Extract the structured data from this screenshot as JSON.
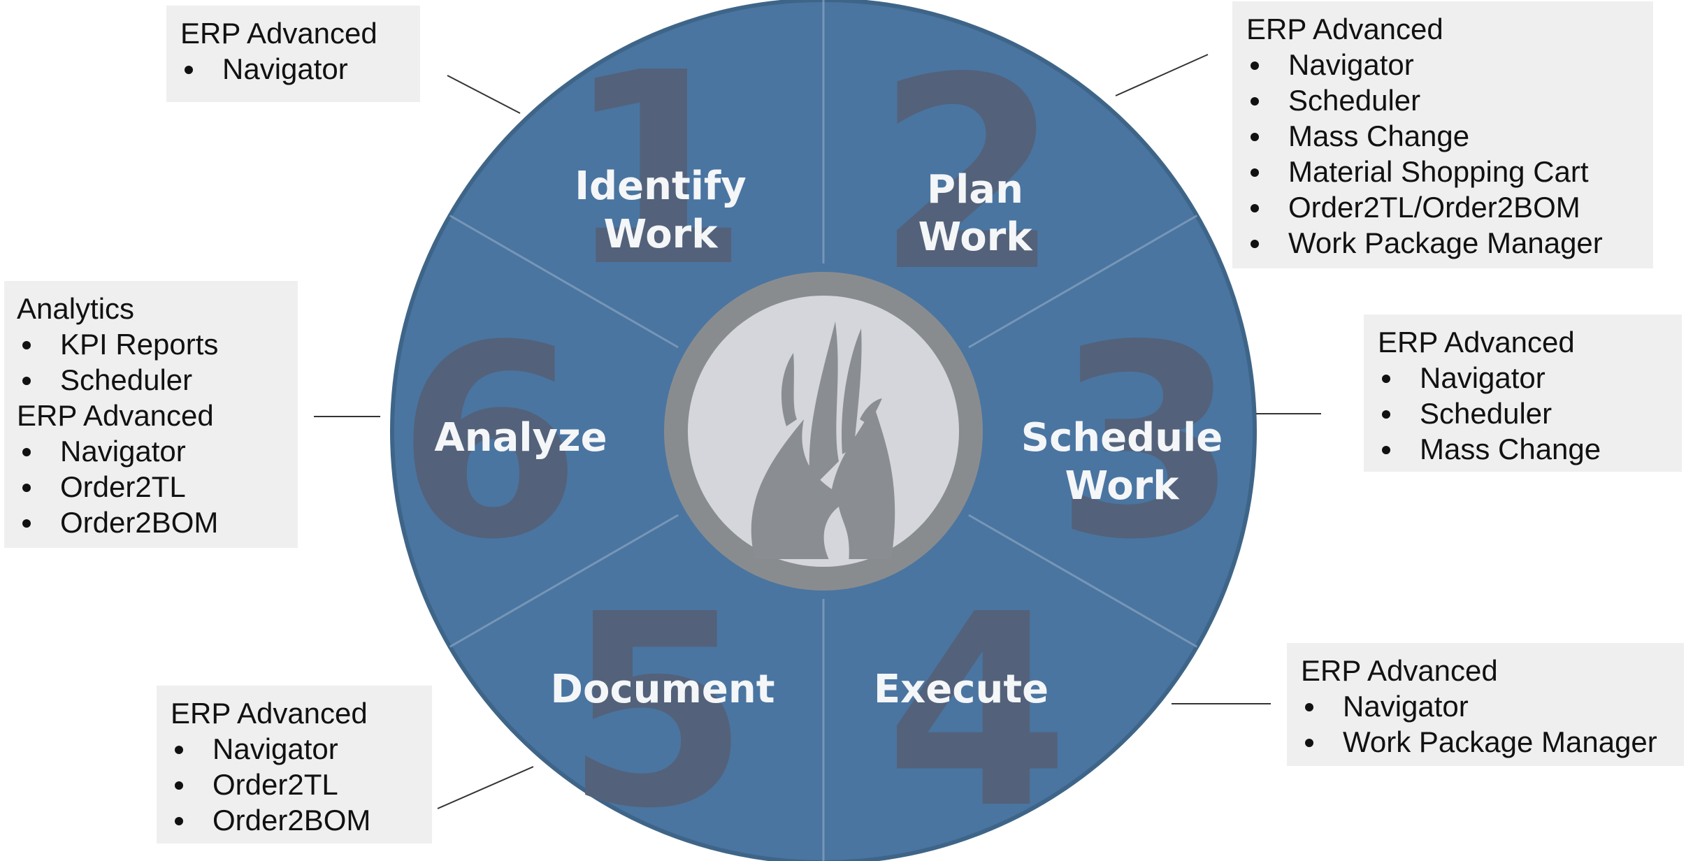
{
  "wheel": {
    "colors": {
      "ring": "#4a75a1",
      "ring_edge": "#3e6588",
      "numeral": "#53627a",
      "hub": "#898c8f",
      "hub_inner": "#d4d6db",
      "flame": "#8a8d91",
      "label": "#f4f6f8",
      "connector": "#333333"
    },
    "segments": [
      {
        "number": "1",
        "line1": "Identify",
        "line2": "Work"
      },
      {
        "number": "2",
        "line1": "Plan",
        "line2": "Work"
      },
      {
        "number": "3",
        "line1": "Schedule",
        "line2": "Work"
      },
      {
        "number": "4",
        "line1": "Execute",
        "line2": ""
      },
      {
        "number": "5",
        "line1": "Document",
        "line2": ""
      },
      {
        "number": "6",
        "line1": "Analyze",
        "line2": ""
      }
    ],
    "hub_icon": "flame-icon"
  },
  "boxes": {
    "identify": {
      "header": "ERP Advanced",
      "items": [
        "Navigator"
      ]
    },
    "plan": {
      "header": "ERP Advanced",
      "items": [
        "Navigator",
        "Scheduler",
        "Mass Change",
        "Material Shopping Cart",
        "Order2TL/Order2BOM",
        "Work Package Manager"
      ]
    },
    "schedule": {
      "header": "ERP Advanced",
      "items": [
        "Navigator",
        "Scheduler",
        "Mass Change"
      ]
    },
    "execute": {
      "header": "ERP Advanced",
      "items": [
        "Navigator",
        "Work Package Manager"
      ]
    },
    "document": {
      "header": "ERP Advanced",
      "items": [
        "Navigator",
        "Order2TL",
        "Order2BOM"
      ]
    },
    "analyze": {
      "groups": [
        {
          "header": "Analytics",
          "items": [
            "KPI Reports",
            "Scheduler"
          ]
        },
        {
          "header": "ERP Advanced",
          "items": [
            "Navigator",
            "Order2TL",
            "Order2BOM"
          ]
        }
      ]
    }
  }
}
